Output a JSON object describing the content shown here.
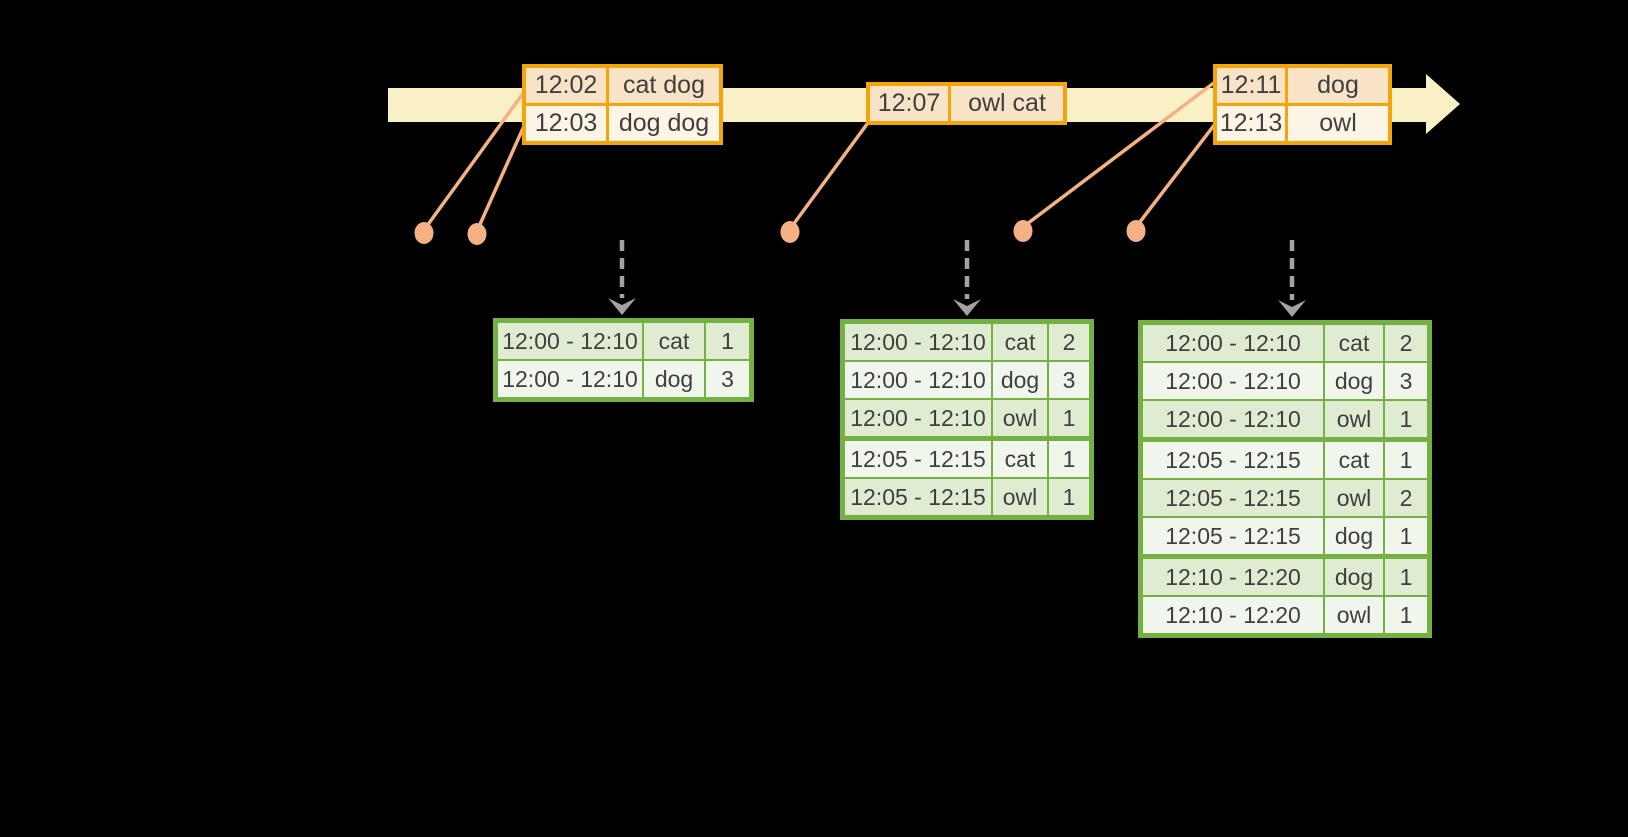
{
  "colors": {
    "background": "#000000",
    "timeline_band": "#FAF0C6",
    "event_border": "#F2A60C",
    "event_row_odd": "#F8E3C6",
    "event_row_even": "#FCF4E4",
    "connector": "#F4B183",
    "result_border": "#74B044",
    "result_row_odd": "#E0ECD2",
    "result_row_even": "#F1F6EC",
    "trigger_arrow": "#A3A3A3",
    "text": "#3F3F3F"
  },
  "timeline": {
    "event_tables": [
      {
        "rows": [
          {
            "time": "12:02",
            "words": "cat dog"
          },
          {
            "time": "12:03",
            "words": "dog dog"
          }
        ]
      },
      {
        "rows": [
          {
            "time": "12:07",
            "words": "owl cat"
          }
        ]
      },
      {
        "rows": [
          {
            "time": "12:11",
            "words": "dog"
          },
          {
            "time": "12:13",
            "words": "owl"
          }
        ]
      }
    ]
  },
  "result_tables": [
    {
      "rows": [
        {
          "window": "12:00 - 12:10",
          "word": "cat",
          "count": "1"
        },
        {
          "window": "12:00 - 12:10",
          "word": "dog",
          "count": "3"
        }
      ]
    },
    {
      "rows": [
        {
          "window": "12:00 - 12:10",
          "word": "cat",
          "count": "2"
        },
        {
          "window": "12:00 - 12:10",
          "word": "dog",
          "count": "3"
        },
        {
          "window": "12:00 - 12:10",
          "word": "owl",
          "count": "1"
        },
        {
          "window": "12:05 - 12:15",
          "word": "cat",
          "count": "1"
        },
        {
          "window": "12:05 - 12:15",
          "word": "owl",
          "count": "1"
        }
      ]
    },
    {
      "rows": [
        {
          "window": "12:00 - 12:10",
          "word": "cat",
          "count": "2"
        },
        {
          "window": "12:00 - 12:10",
          "word": "dog",
          "count": "3"
        },
        {
          "window": "12:00 - 12:10",
          "word": "owl",
          "count": "1"
        },
        {
          "window": "12:05 - 12:15",
          "word": "cat",
          "count": "1"
        },
        {
          "window": "12:05 - 12:15",
          "word": "owl",
          "count": "2"
        },
        {
          "window": "12:05 - 12:15",
          "word": "dog",
          "count": "1"
        },
        {
          "window": "12:10 - 12:20",
          "word": "dog",
          "count": "1"
        },
        {
          "window": "12:10 - 12:20",
          "word": "owl",
          "count": "1"
        }
      ]
    }
  ]
}
